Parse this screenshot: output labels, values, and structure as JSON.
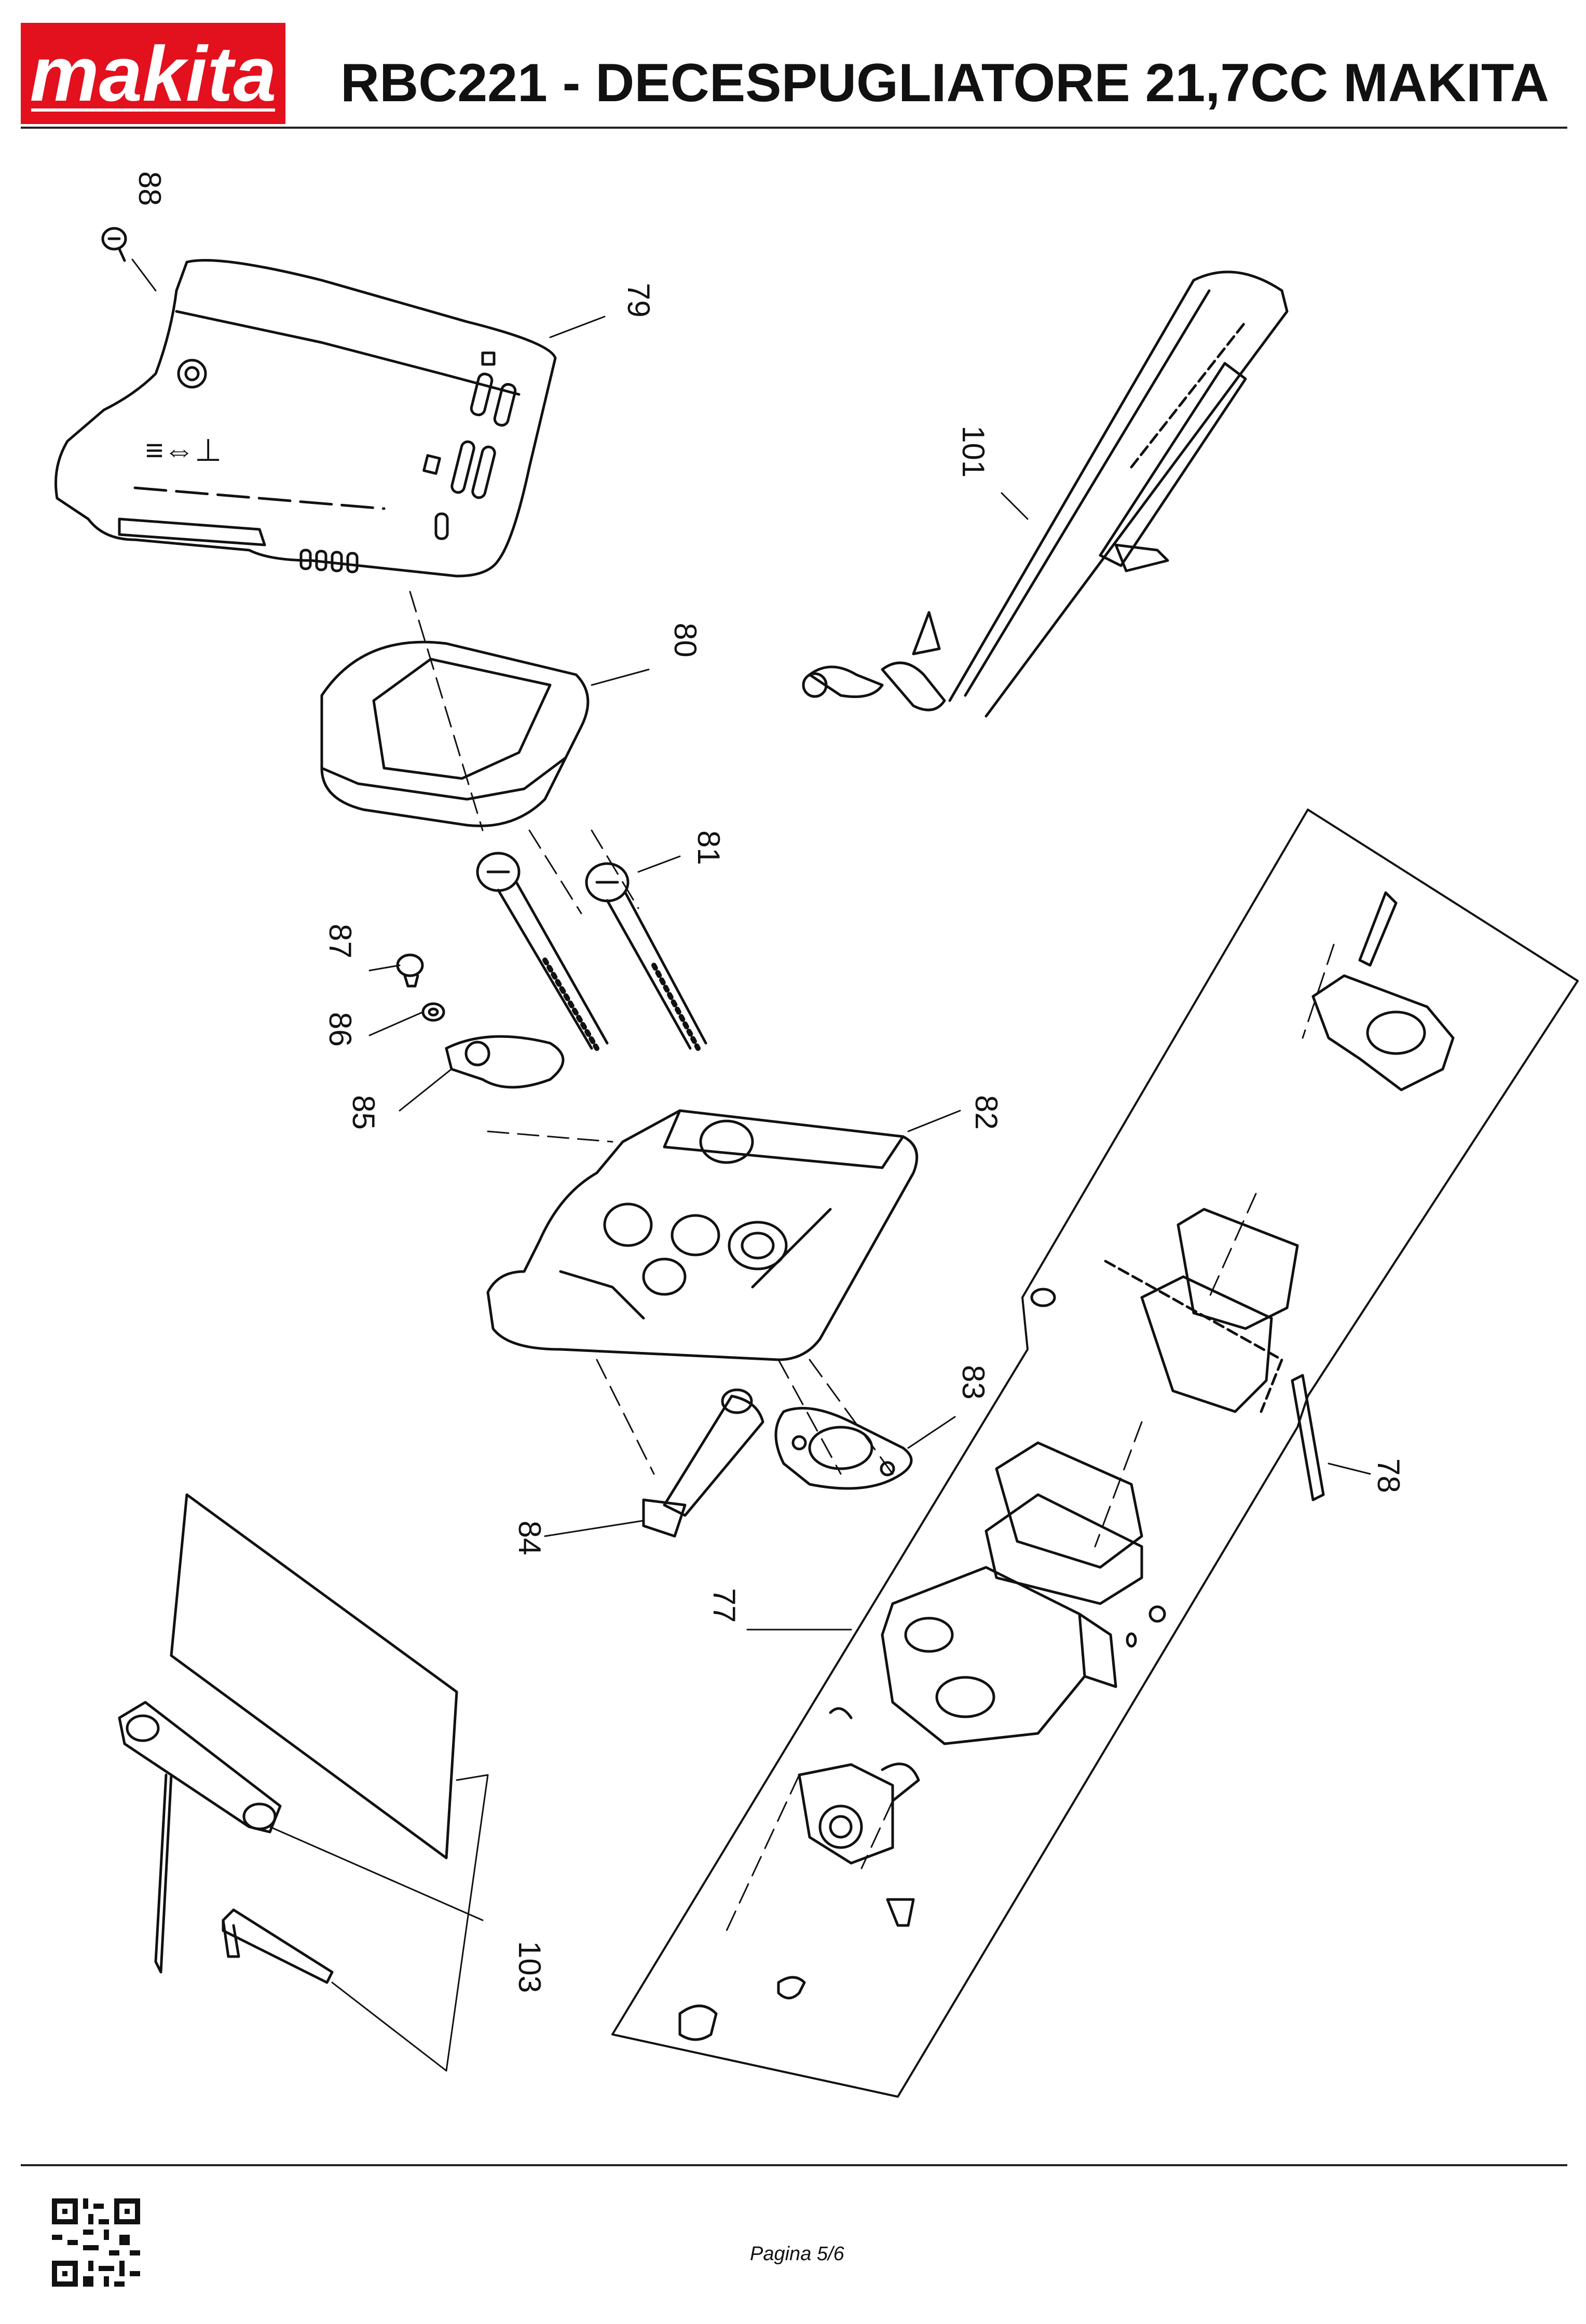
{
  "header": {
    "brand": "makita",
    "brand_color": "#e3101d",
    "title": "RBC221 - DECESPUGLIATORE 21,7CC MAKITA"
  },
  "diagram": {
    "part_labels": [
      "88",
      "79",
      "101",
      "80",
      "81",
      "87",
      "86",
      "85",
      "82",
      "83",
      "78",
      "84",
      "77",
      "103"
    ],
    "cover_markings": "≡⇔⊥"
  },
  "footer": {
    "page": "Pagina 5/6",
    "qr_icon": "qr-code-icon"
  }
}
